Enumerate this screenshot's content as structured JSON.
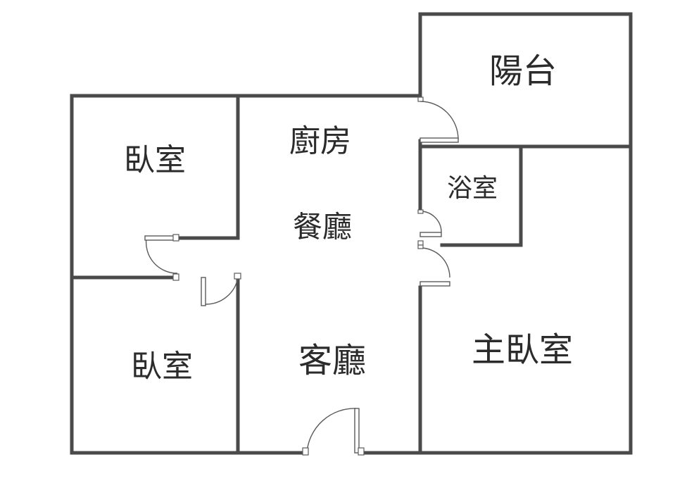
{
  "rooms": {
    "balcony": "陽台",
    "kitchen": "廚房",
    "bedroom_upper": "臥室",
    "dining": "餐廳",
    "bathroom": "浴室",
    "bedroom_lower": "臥室",
    "living_room": "客廳",
    "master_bedroom": "主臥室"
  }
}
